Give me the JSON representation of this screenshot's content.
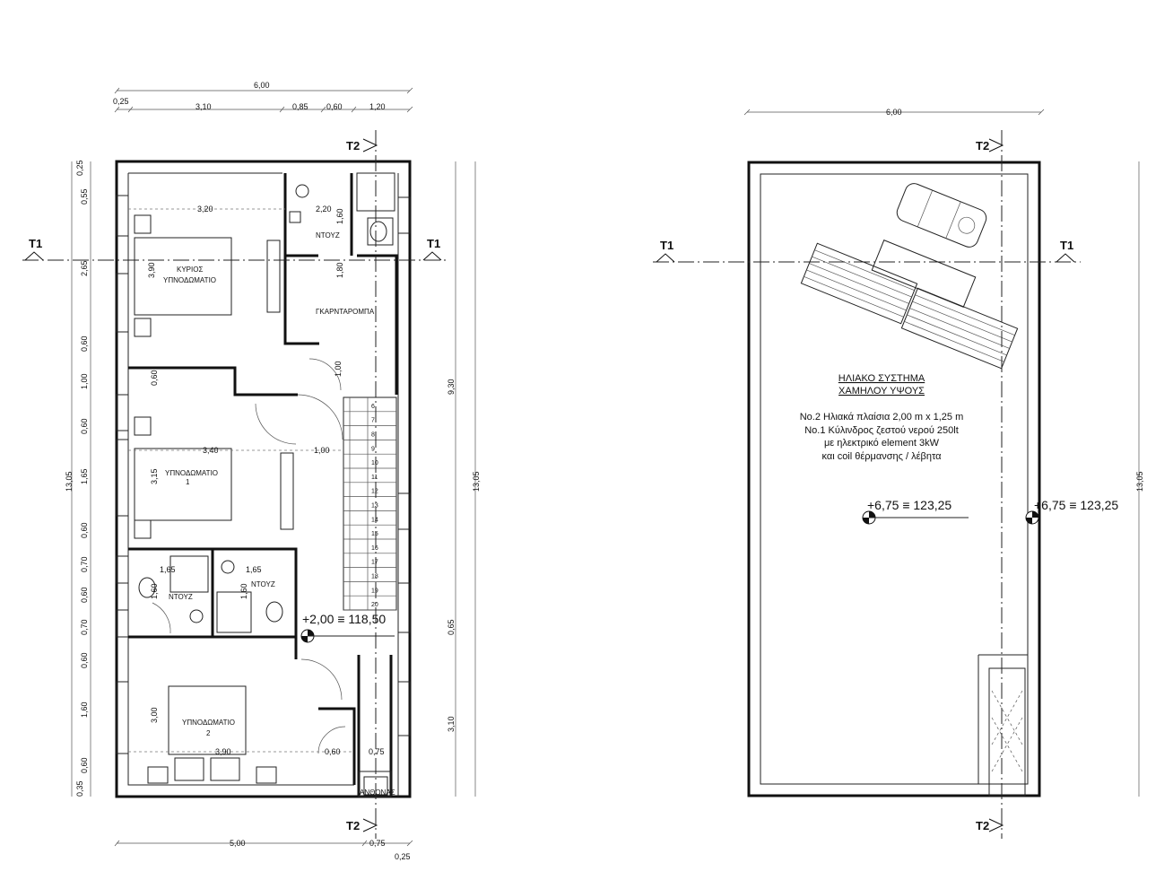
{
  "left_plan": {
    "top_dims": {
      "overall": "6,00",
      "segments": [
        "0,25",
        "3,10",
        "0,85",
        "0,60",
        "1,20"
      ]
    },
    "left_dims": [
      "0,35",
      "0,60",
      "1,60",
      "0,60",
      "0,70",
      "0,60",
      "0,70",
      "0,60",
      "1,65",
      "0,60",
      "1,00",
      "0,60",
      "2,65",
      "0,55",
      "0,25"
    ],
    "left_total": "13,05",
    "right_dims": {
      "upper": "9,30",
      "lower_a": "0,65",
      "lower_b": "3,10",
      "total": "13,05"
    },
    "bottom_dims": {
      "a": "5,00",
      "b": "0,75",
      "c": "0,25"
    },
    "rooms": {
      "master": [
        "ΚΥΡΙΟΣ",
        "ΥΠΝΟΔΩΜΑΤΙΟ"
      ],
      "bed1": [
        "ΥΠΝΟΔΩΜΑΤΙΟ",
        "1"
      ],
      "bed2": [
        "ΥΠΝΟΔΩΜΑΤΙΟ",
        "2"
      ],
      "wardrobe": "ΓΚΑΡΝΤΑΡΟΜΠΑ",
      "shower": "ΝΤΟΥΖ",
      "lift": "ΑΝΘΟΝΑΣ"
    },
    "inner_dims": {
      "m_w": "3,20",
      "m_h": "3,90",
      "sh_w": "2,20",
      "sh_h": "1,60",
      "wd_h": "1,80",
      "corr": "1,00",
      "b1_w": "3,40",
      "b1_h": "3,15",
      "b1_gap": "0,60",
      "hall": "1,00",
      "s1_w": "1,65",
      "s1_h": "1,60",
      "s2_w": "1,65",
      "s2_h": "1,60",
      "b2_w": "3,90",
      "b2_h": "3,00",
      "b2_a": "0,60",
      "b2_b": "0,75"
    },
    "stair_numbers": [
      "6",
      "7",
      "8",
      "9",
      "10",
      "11",
      "12",
      "13",
      "14",
      "15",
      "16",
      "17",
      "18",
      "19",
      "20"
    ],
    "level": "+2,00 ≡ 118,50"
  },
  "right_plan": {
    "top_dim": "6,00",
    "right_total": "13,05",
    "title_line1": "ΗΛΙΑΚΟ ΣΥΣΤΗΜΑ",
    "title_line2": "ΧΑΜΗΛΟΥ ΥΨΟΥΣ",
    "notes": [
      "No.2 Ηλιακά πλαίσια 2,00 m x 1,25 m",
      "No.1 Κύλινδρος  ζεστού νερού 250lt",
      "με ηλεκτρικό element 3kW",
      "και coil θέρμανσης / λέβητα"
    ],
    "level_center": "+6,75 ≡ 123,25",
    "level_edge": "+6,75 ≡ 123,25"
  },
  "sections": {
    "t1": "T1",
    "t2": "T2"
  }
}
